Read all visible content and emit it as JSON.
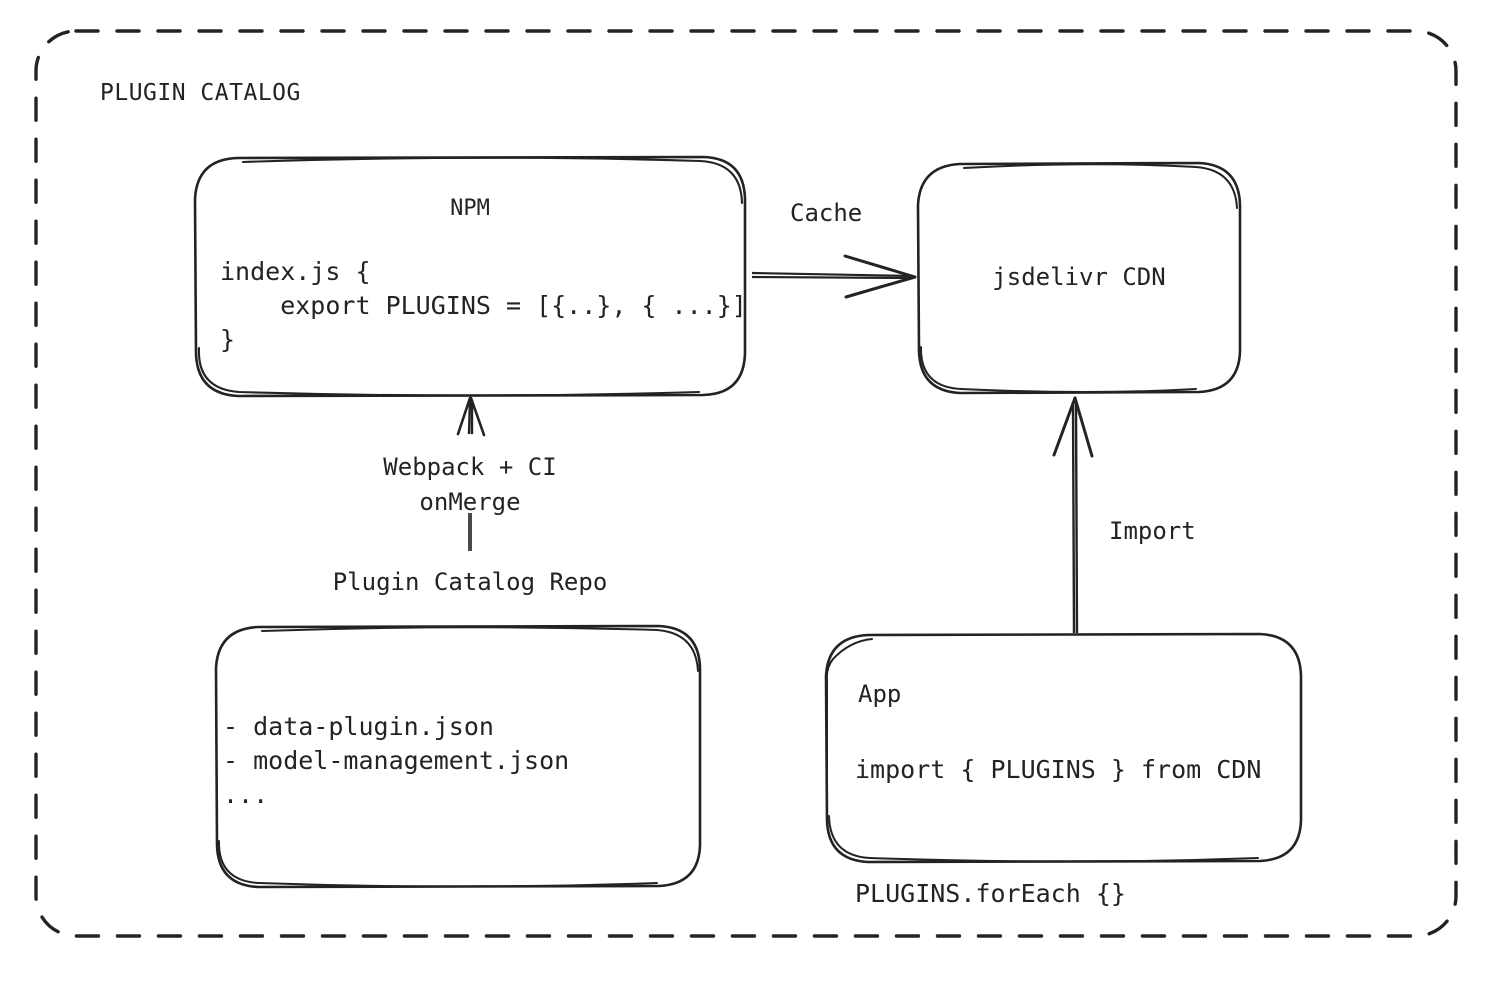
{
  "diagram": {
    "title": "PLUGIN CATALOG",
    "stroke_color": "#232323",
    "background_color": "#ffffff",
    "border_style": "dashed"
  },
  "nodes": {
    "npm": {
      "title": "NPM",
      "code": "index.js {\n    export PLUGINS = [{..}, { ...}]\n}"
    },
    "cdn": {
      "title": "jsdelivr CDN"
    },
    "repo": {
      "label": "Plugin Catalog Repo",
      "files": "- data-plugin.json\n- model-management.json\n..."
    },
    "app": {
      "title": "App",
      "code": "import { PLUGINS } from CDN\n\nPLUGINS.forEach {}"
    }
  },
  "edges": {
    "cache": {
      "label": "Cache",
      "from": "npm",
      "to": "cdn",
      "direction": "right"
    },
    "import": {
      "label": "Import",
      "from": "app",
      "to": "cdn",
      "direction": "up"
    },
    "build": {
      "label": "Webpack + CI\nonMerge",
      "from": "repo",
      "to": "npm",
      "direction": "up"
    }
  }
}
